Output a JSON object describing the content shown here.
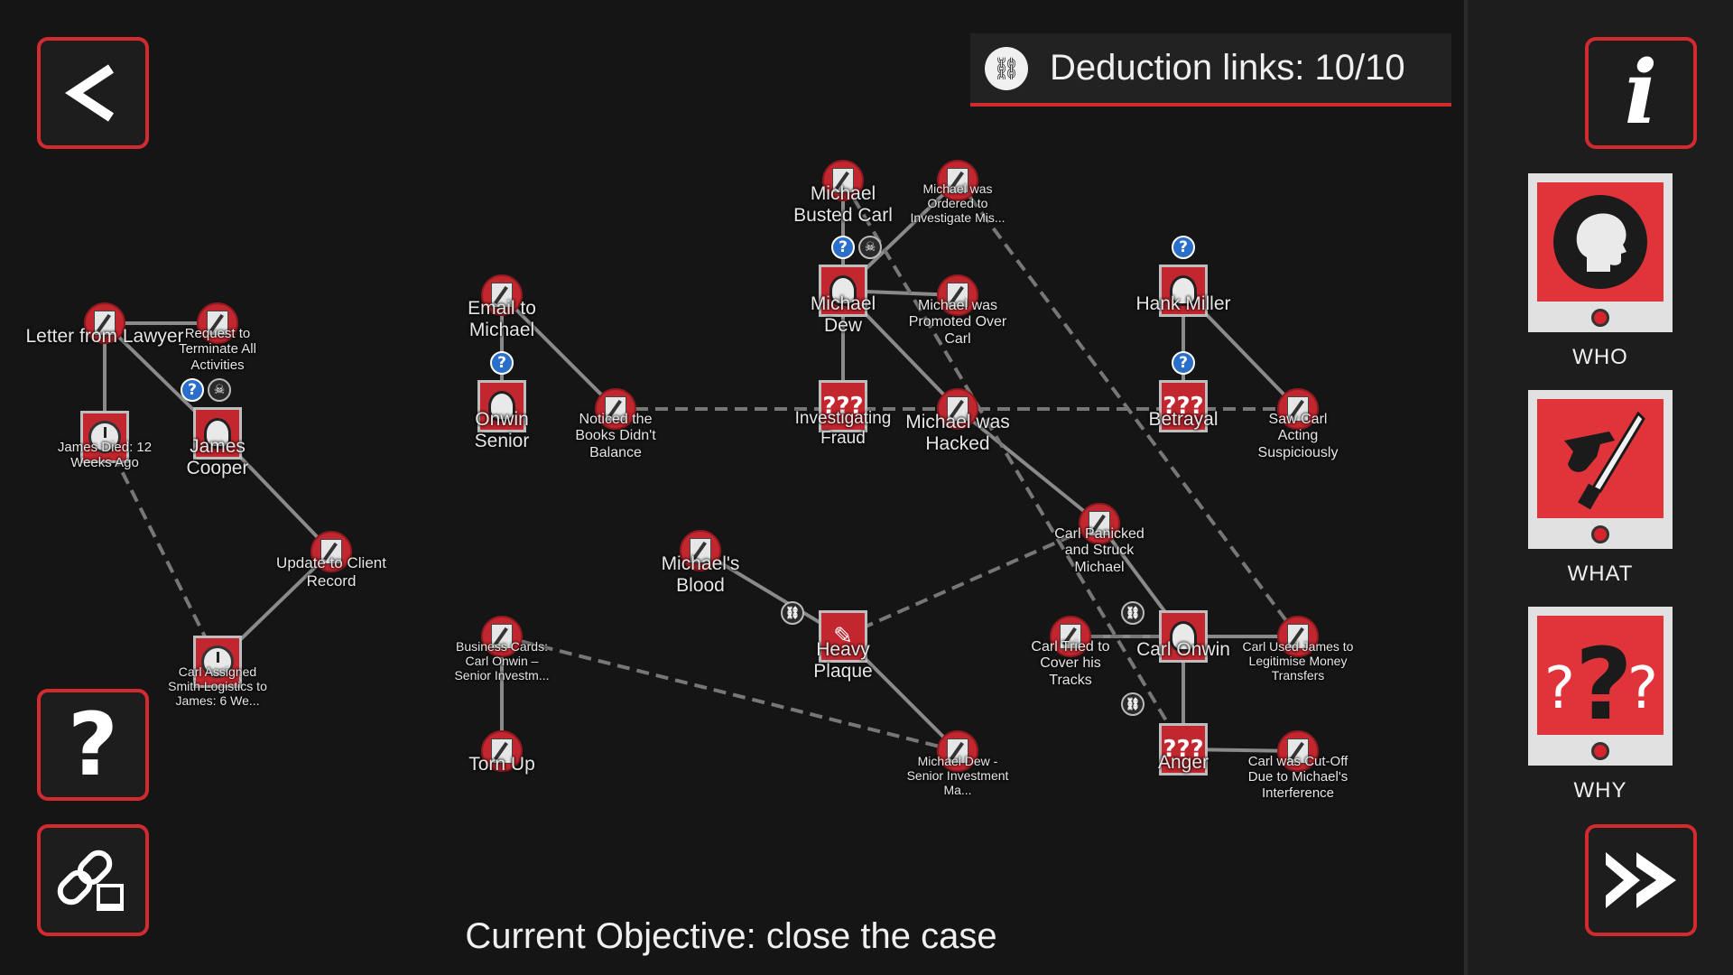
{
  "header": {
    "deduction_links_label": "Deduction links: 10/10"
  },
  "objective": "Current Objective: close the case",
  "controls": {
    "back_icon": "chevron-left-icon",
    "help_icon": "question-mark-icon",
    "link_mode_icon": "chain-link-icon",
    "info_icon": "info-icon",
    "advance_icon": "fast-forward-icon"
  },
  "categories": [
    {
      "label": "WHO",
      "icon": "head-silhouette-icon"
    },
    {
      "label": "WHAT",
      "icon": "gun-knife-icon"
    },
    {
      "label": "WHY",
      "icon": "question-marks-icon"
    }
  ],
  "nodes": {
    "letter_from_lawyer": "Letter from Lawyer",
    "request_terminate": "Request to Terminate All Activities",
    "james_died": "James Died: 12 Weeks Ago",
    "james_cooper": "James Cooper",
    "update_client_record": "Update to Client Record",
    "carl_assigned": "Carl Assigned Smith Logistics to James: 6 We...",
    "email_to_michael": "Email to Michael",
    "onwin_senior": "Onwin Senior",
    "noticed_books": "Noticed the Books Didn't Balance",
    "michael_busted_carl": "Michael Busted Carl",
    "michael_ordered": "Michael was Ordered to Investigate Mis...",
    "michael_dew": "Michael Dew",
    "michael_promoted": "Michael was Promoted Over Carl",
    "investigating_fraud": "Investigating Fraud",
    "michael_hacked": "Michael was Hacked",
    "hank_miller": "Hank Miller",
    "betrayal": "Betrayal",
    "saw_carl": "Saw Carl Acting Suspiciously",
    "michaels_blood": "Michael's Blood",
    "heavy_plaque": "Heavy Plaque",
    "carl_panicked": "Carl Panicked and Struck Michael",
    "carl_tried_cover": "Carl Tried to Cover his Tracks",
    "carl_onwin": "Carl Onwin",
    "carl_used_james": "Carl Used James to Legitimise Money Transfers",
    "business_cards": "Business Cards: Carl Onwin – Senior Investm...",
    "torn_up": "Torn Up",
    "michael_dew_senior": "Michael Dew - Senior Investment Ma...",
    "anger": "Anger",
    "carl_cut_off": "Carl was Cut-Off Due to Michael's Interference"
  },
  "colors": {
    "accent_red": "#d32a30",
    "background": "#151515",
    "panel": "#1d1d1d"
  }
}
